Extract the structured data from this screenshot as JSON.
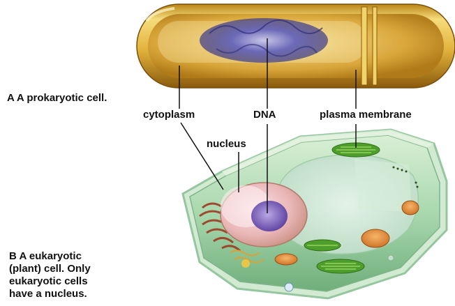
{
  "caption_a": "A A prokaryotic cell.",
  "labels": {
    "cytoplasm": "cytoplasm",
    "dna": "DNA",
    "plasma_membrane": "plasma membrane",
    "nucleus": "nucleus"
  },
  "caption_b": {
    "line1": "B A eukaryotic",
    "line2": "(plant) cell. Only",
    "line3": "eukaryotic cells",
    "line4": "have a nucleus."
  }
}
